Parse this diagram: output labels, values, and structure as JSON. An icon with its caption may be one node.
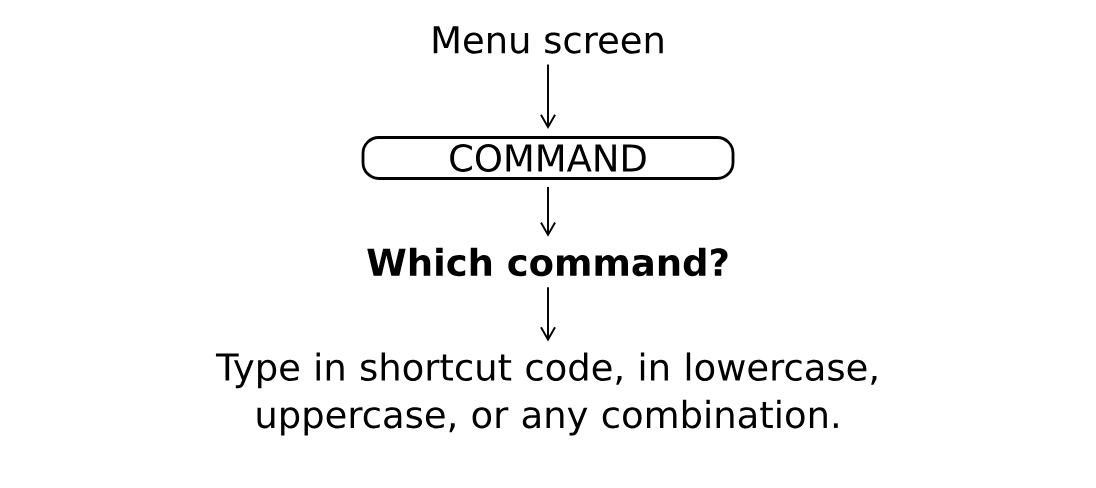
{
  "diagram": {
    "nodes": [
      {
        "text": [
          "Menu screen"
        ]
      },
      {
        "text": [
          "COMMAND"
        ]
      },
      {
        "text": [
          "Which command?"
        ]
      },
      {
        "text": [
          "Type in shortcut code, in lowercase, uppercase, or any combination."
        ]
      }
    ],
    "edges": [
      {
        "from": 0,
        "to": 1,
        "arrow": "to"
      },
      {
        "from": 1,
        "to": 2,
        "arrow": "to"
      },
      {
        "from": 2,
        "to": 3,
        "arrow": "to"
      }
    ]
  }
}
